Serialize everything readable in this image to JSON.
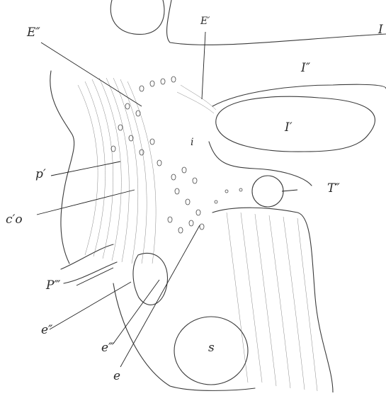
{
  "figure": {
    "labels": {
      "E2": "E″",
      "E1": "E′",
      "I2": "I″",
      "I1": "I′",
      "i": "i",
      "p1": "p′",
      "co": "c′o",
      "T2": "T″",
      "P3": "P‴",
      "e2": "e″",
      "e3": "e‴",
      "e": "e",
      "s": "s",
      "edge": "I"
    },
    "ink_color": "#3a3a3a"
  }
}
